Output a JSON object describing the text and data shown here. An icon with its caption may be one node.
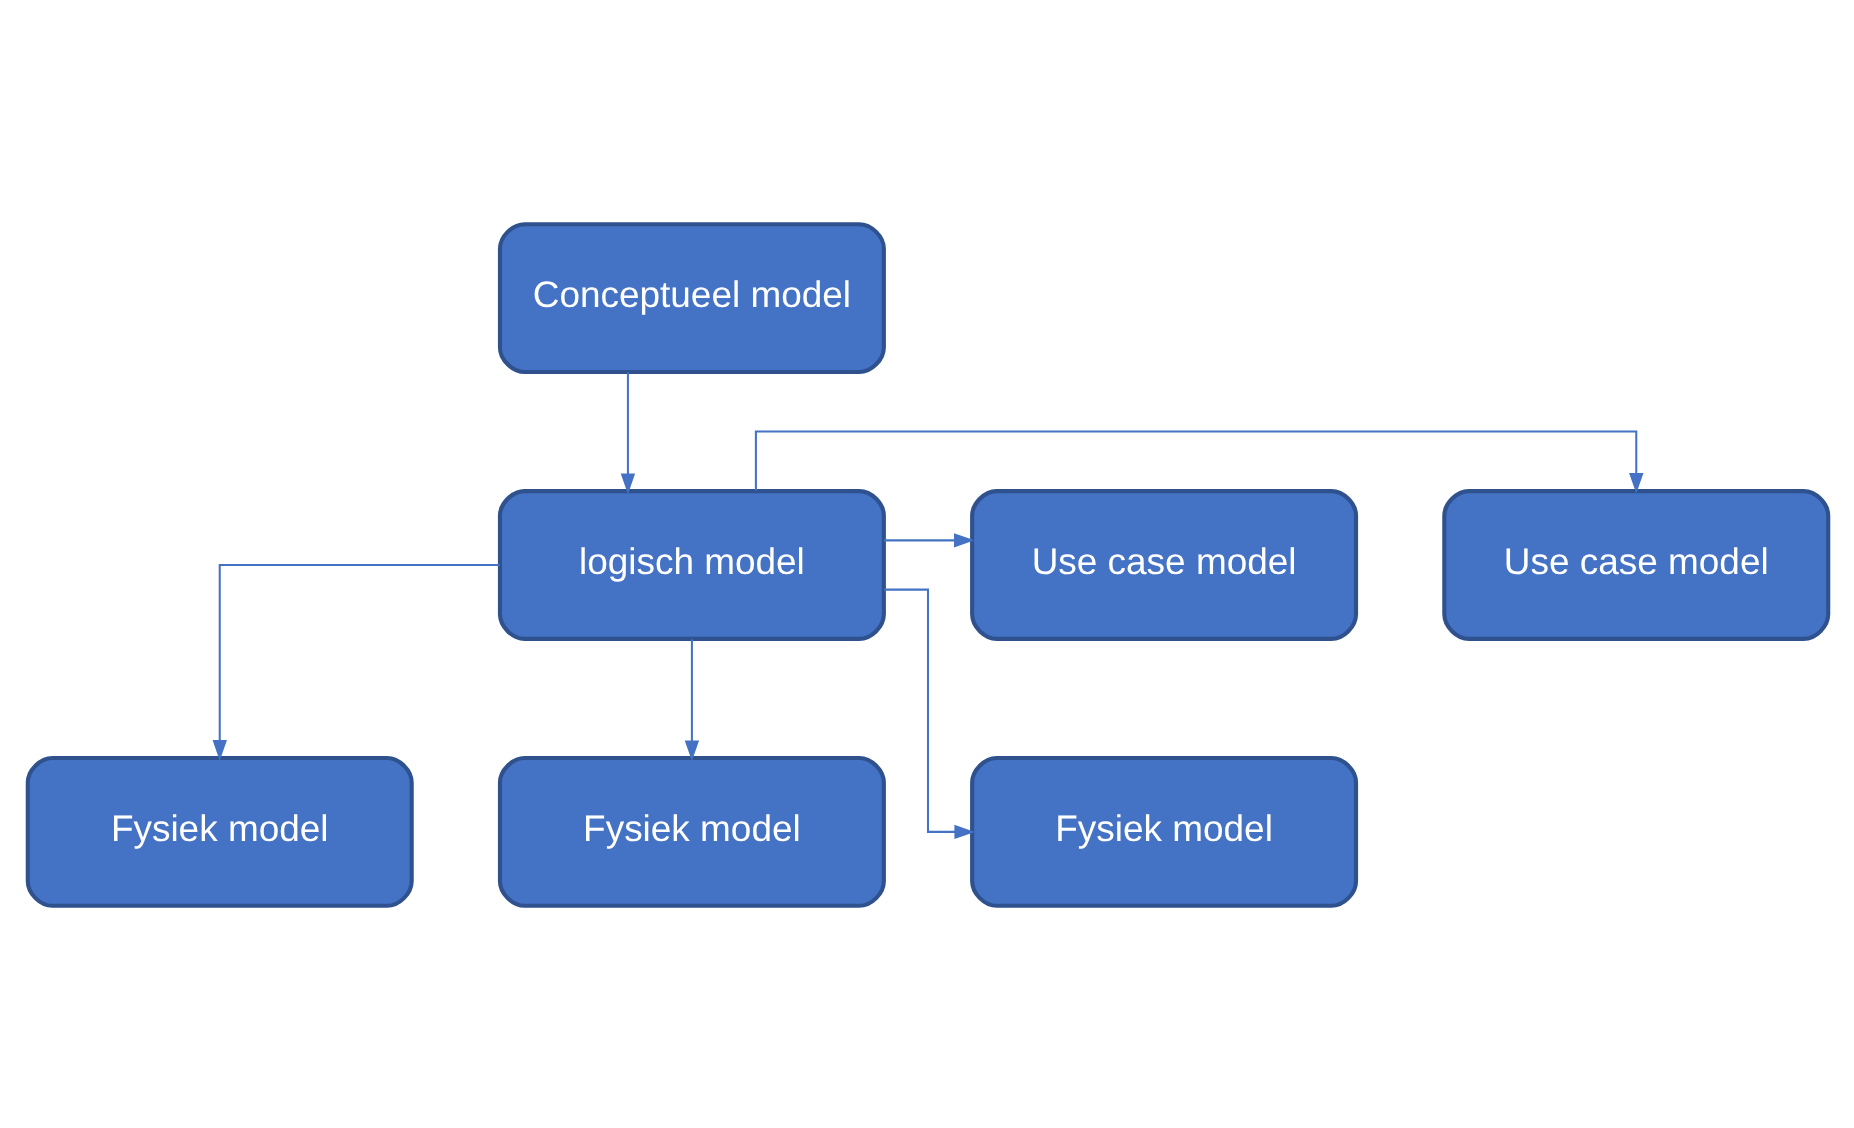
{
  "diagram": {
    "nodes": [
      {
        "text": [
          "Conceptueel model"
        ]
      },
      {
        "text": [
          "logisch model"
        ]
      },
      {
        "text": [
          "Use case model"
        ]
      },
      {
        "text": [
          "Use case model"
        ]
      },
      {
        "text": [
          "Fysiek model"
        ]
      },
      {
        "text": [
          "Fysiek model"
        ]
      },
      {
        "text": [
          "Fysiek model"
        ]
      }
    ],
    "edges": [
      {
        "from": 0,
        "to": 1,
        "arrow": "to"
      },
      {
        "from": 1,
        "to": 2,
        "arrow": "to"
      },
      {
        "from": 1,
        "to": 3,
        "arrow": "to"
      },
      {
        "from": 1,
        "to": 4,
        "arrow": "to"
      },
      {
        "from": 1,
        "to": 5,
        "arrow": "to"
      },
      {
        "from": 1,
        "to": 6,
        "arrow": "to"
      }
    ]
  }
}
